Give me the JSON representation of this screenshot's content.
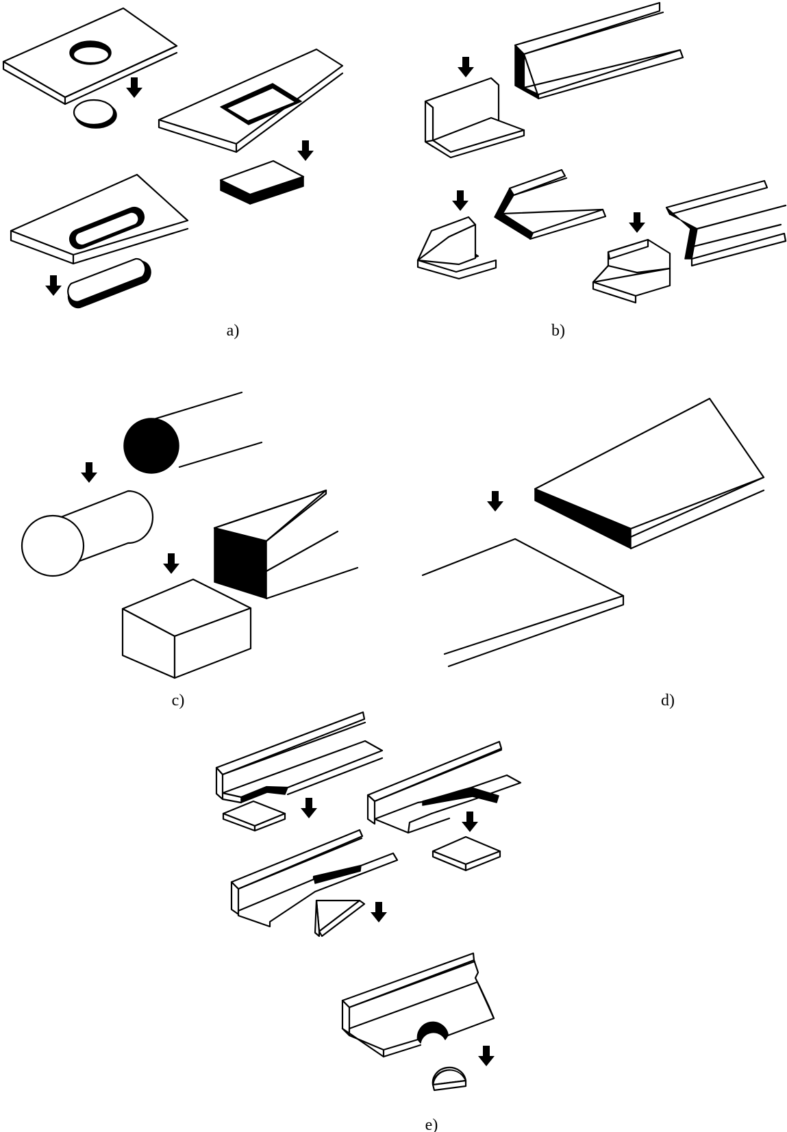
{
  "panels": [
    {
      "id": "a",
      "caption": "a)"
    },
    {
      "id": "b",
      "caption": "b)"
    },
    {
      "id": "c",
      "caption": "c)"
    },
    {
      "id": "d",
      "caption": "d)"
    },
    {
      "id": "e",
      "caption": "e)"
    }
  ],
  "icons": {
    "arrow": "down-arrow-icon"
  }
}
